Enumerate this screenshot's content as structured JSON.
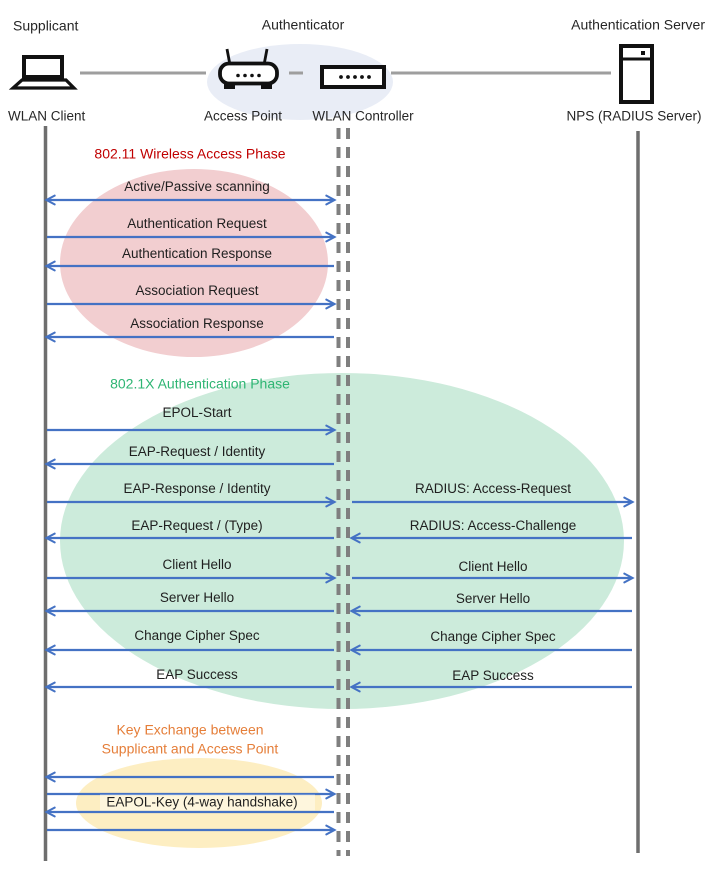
{
  "diagram": {
    "header": {
      "supplicant_role": "Supplicant",
      "authenticator_role": "Authenticator",
      "auth_server_role": "Authentication Server",
      "supplicant_device": "WLAN Client",
      "access_point_device": "Access Point",
      "controller_device": "WLAN Controller",
      "auth_server_device": "NPS (RADIUS Server)"
    },
    "colors": {
      "arrow": "#4472C4",
      "lifeline": "#6E6E6E",
      "authenticator_highlight": "#E9EDF6",
      "phase1_title": "#C00000",
      "phase1_fill": "#F2CED0",
      "phase2_title": "#2EB573",
      "phase2_fill": "#CCEBDB",
      "phase3_title": "#E57E39",
      "phase3_fill": "#FDEEC2"
    },
    "phases": [
      {
        "title": "802.11 Wireless Access Phase",
        "title_color": "#C00000",
        "fill": "#F2CED0",
        "messages": [
          {
            "label": "Active/Passive scanning",
            "direction": "bidirectional"
          },
          {
            "label": "Authentication Request",
            "direction": "right"
          },
          {
            "label": "Authentication Response",
            "direction": "left"
          },
          {
            "label": "Association Request",
            "direction": "right"
          },
          {
            "label": "Association Response",
            "direction": "left"
          }
        ]
      },
      {
        "title": "802.1X Authentication Phase",
        "title_color": "#2EB573",
        "fill": "#CCEBDB",
        "messages": [
          {
            "label": "EPOL-Start",
            "direction": "right"
          },
          {
            "label": "EAP-Request / Identity",
            "direction": "left"
          },
          {
            "label": "EAP-Response / Identity",
            "direction": "right"
          },
          {
            "label": "EAP-Request / (Type)",
            "direction": "left"
          },
          {
            "label": "Client Hello",
            "direction": "right"
          },
          {
            "label": "Server Hello",
            "direction": "left"
          },
          {
            "label": "Change Cipher Spec",
            "direction": "left"
          },
          {
            "label": "EAP Success",
            "direction": "left"
          }
        ],
        "radius_messages": [
          {
            "label": "RADIUS: Access-Request",
            "direction": "right"
          },
          {
            "label": "RADIUS: Access-Challenge",
            "direction": "left"
          },
          {
            "label": "Client Hello",
            "direction": "right"
          },
          {
            "label": "Server Hello",
            "direction": "left"
          },
          {
            "label": "Change Cipher Spec",
            "direction": "left"
          },
          {
            "label": "EAP Success",
            "direction": "left"
          }
        ]
      },
      {
        "title_line1": "Key Exchange between",
        "title_line2": "Supplicant and Access Point",
        "title_color": "#E57E39",
        "fill": "#FDEEC2",
        "messages": [
          {
            "label": "EAPOL-Key (4-way handshake)",
            "direction": "bidirectional"
          }
        ]
      }
    ]
  }
}
